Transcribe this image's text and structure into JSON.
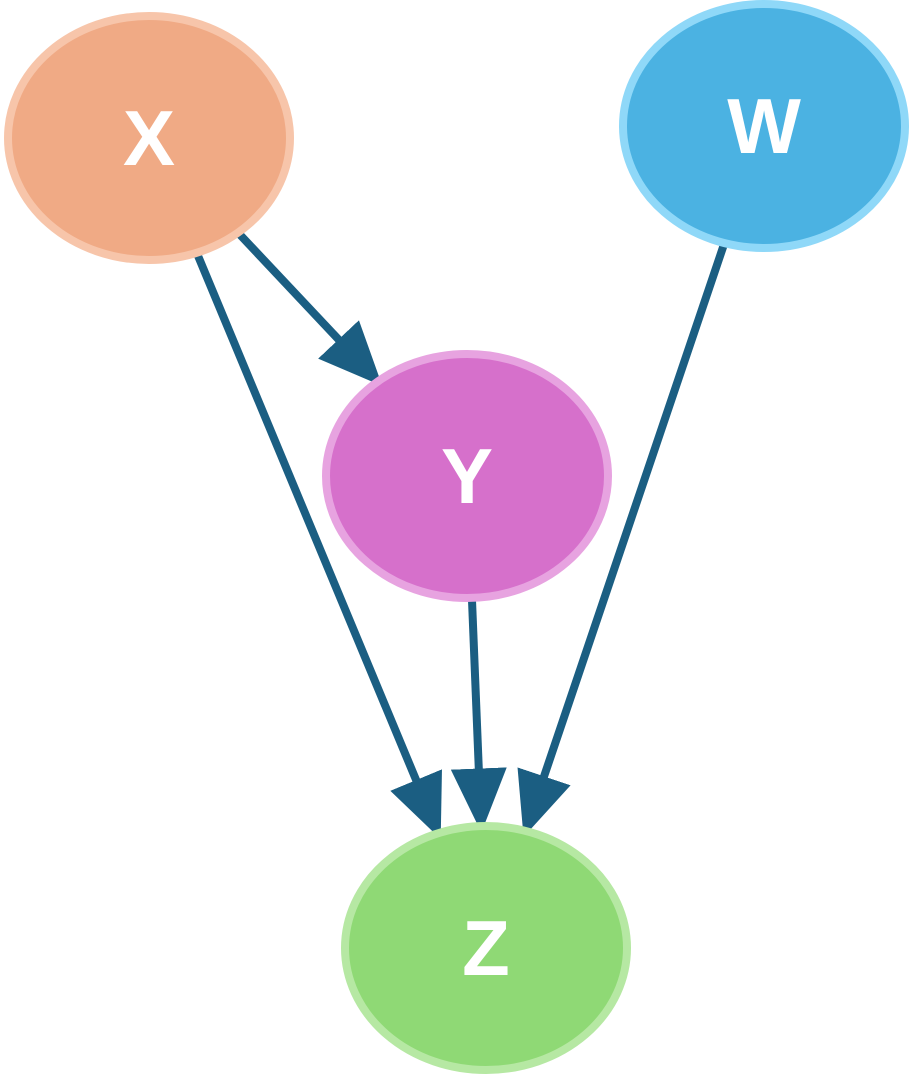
{
  "diagram": {
    "type": "directed-graph",
    "edge_color": "#1b5e82",
    "nodes": [
      {
        "id": "X",
        "label": "X",
        "fill": "#f0aa85",
        "stroke": "#f7c5aa"
      },
      {
        "id": "W",
        "label": "W",
        "fill": "#4bb2e2",
        "stroke": "#8fd8f8"
      },
      {
        "id": "Y",
        "label": "Y",
        "fill": "#d670cb",
        "stroke": "#e7a3e0"
      },
      {
        "id": "Z",
        "label": "Z",
        "fill": "#8fd975",
        "stroke": "#b6e8a3"
      }
    ],
    "edges": [
      {
        "from": "X",
        "to": "Y"
      },
      {
        "from": "X",
        "to": "Z"
      },
      {
        "from": "Y",
        "to": "Z"
      },
      {
        "from": "W",
        "to": "Z"
      }
    ]
  }
}
